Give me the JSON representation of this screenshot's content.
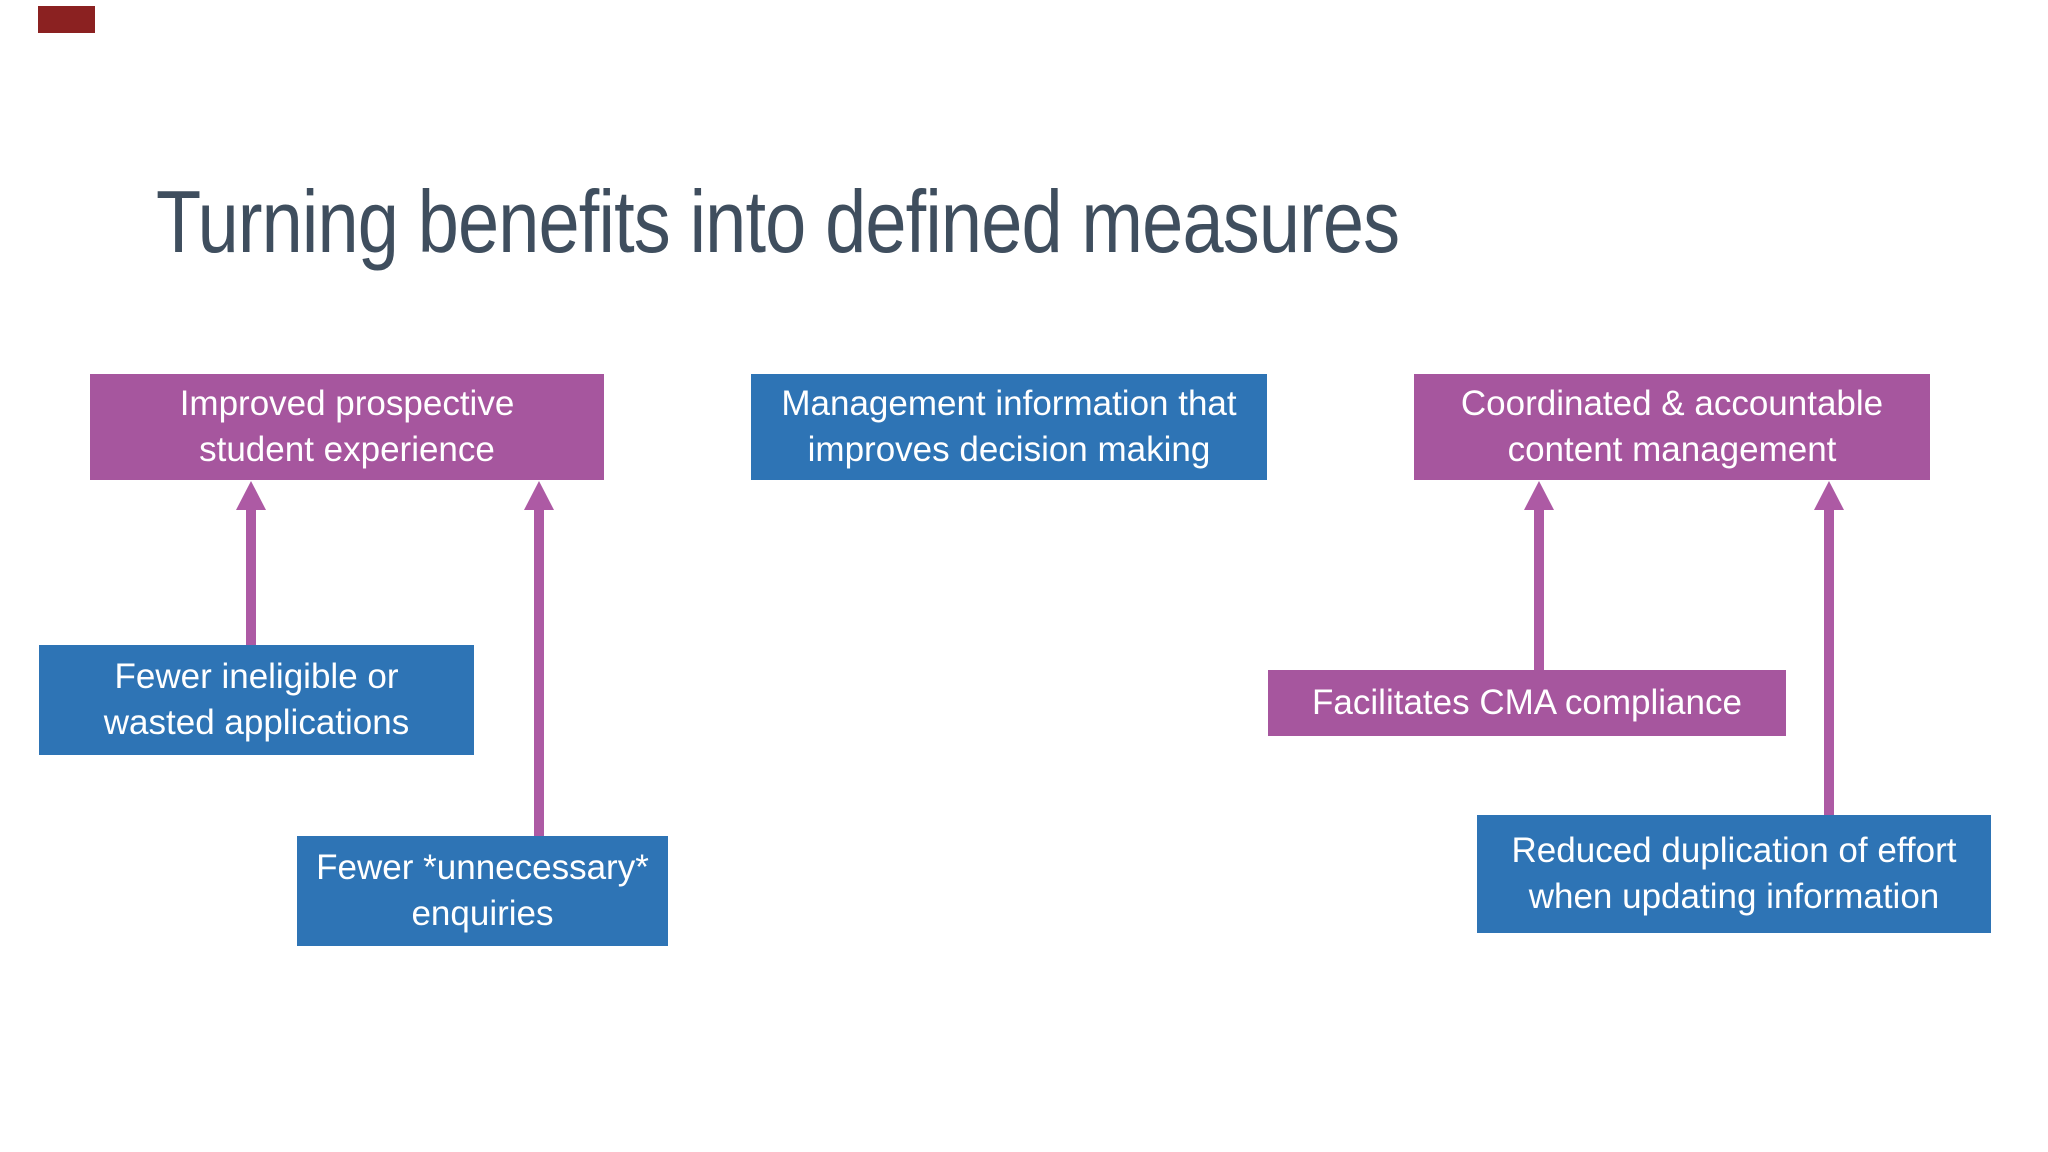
{
  "slide": {
    "title": "Turning benefits into defined measures"
  },
  "colors": {
    "background": "#ffffff",
    "title_text": "#3f4e5e",
    "purple_box": "#a6569e",
    "blue_box": "#2e74b5",
    "arrow": "#ad5aa4",
    "box_text": "#ffffff",
    "red_badge": "#8b2121"
  },
  "boxes": [
    {
      "id": "improved-student-experience",
      "color": "purple",
      "label": "Improved prospective\nstudent experience"
    },
    {
      "id": "management-information",
      "color": "blue",
      "label": "Management information that\nimproves decision making"
    },
    {
      "id": "coordinated-content-management",
      "color": "purple",
      "label": "Coordinated & accountable\ncontent management"
    },
    {
      "id": "fewer-ineligible-applications",
      "color": "blue",
      "label": "Fewer ineligible or\nwasted applications"
    },
    {
      "id": "fewer-unnecessary-enquiries",
      "color": "blue",
      "label": "Fewer *unnecessary*\nenquiries"
    },
    {
      "id": "facilitates-cma-compliance",
      "color": "purple",
      "label": "Facilitates CMA compliance"
    },
    {
      "id": "reduced-duplication-of-effort",
      "color": "blue",
      "label": "Reduced duplication of effort\nwhen updating information"
    }
  ],
  "arrows": [
    {
      "from": "fewer-ineligible-applications",
      "to": "improved-student-experience"
    },
    {
      "from": "fewer-unnecessary-enquiries",
      "to": "improved-student-experience"
    },
    {
      "from": "facilitates-cma-compliance",
      "to": "coordinated-content-management"
    },
    {
      "from": "reduced-duplication-of-effort",
      "to": "coordinated-content-management"
    }
  ]
}
